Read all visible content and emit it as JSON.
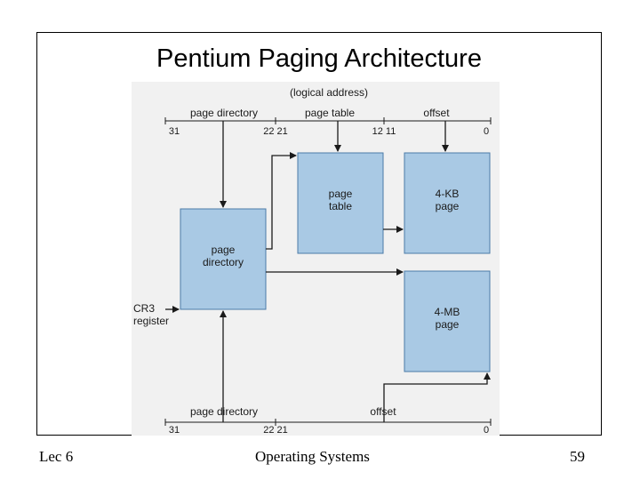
{
  "slide": {
    "title": "Pentium Paging Architecture",
    "footer_left": "Lec 6",
    "footer_center": "Operating Systems",
    "footer_right": "59"
  },
  "diagram": {
    "logical_address_caption": "(logical address)",
    "top_fields": {
      "page_directory": "page directory",
      "page_table": "page table",
      "offset": "offset"
    },
    "top_bits": {
      "b31": "31",
      "b22_21": "22 21",
      "b12_11": "12 11",
      "b0": "0"
    },
    "boxes": {
      "page_table_line1": "page",
      "page_table_line2": "table",
      "page_4kb_line1": "4-KB",
      "page_4kb_line2": "page",
      "page_directory_line1": "page",
      "page_directory_line2": "directory",
      "page_4mb_line1": "4-MB",
      "page_4mb_line2": "page"
    },
    "cr3_line1": "CR3",
    "cr3_line2": "register",
    "bottom_fields": {
      "page_directory": "page directory",
      "offset": "offset"
    },
    "bottom_bits": {
      "b31": "31",
      "b22_21": "22 21",
      "b0": "0"
    },
    "colors": {
      "box_fill": "#a9c9e4",
      "box_stroke": "#4a7aa8",
      "line": "#1a1a1a",
      "panel": "#f1f1f1"
    }
  }
}
